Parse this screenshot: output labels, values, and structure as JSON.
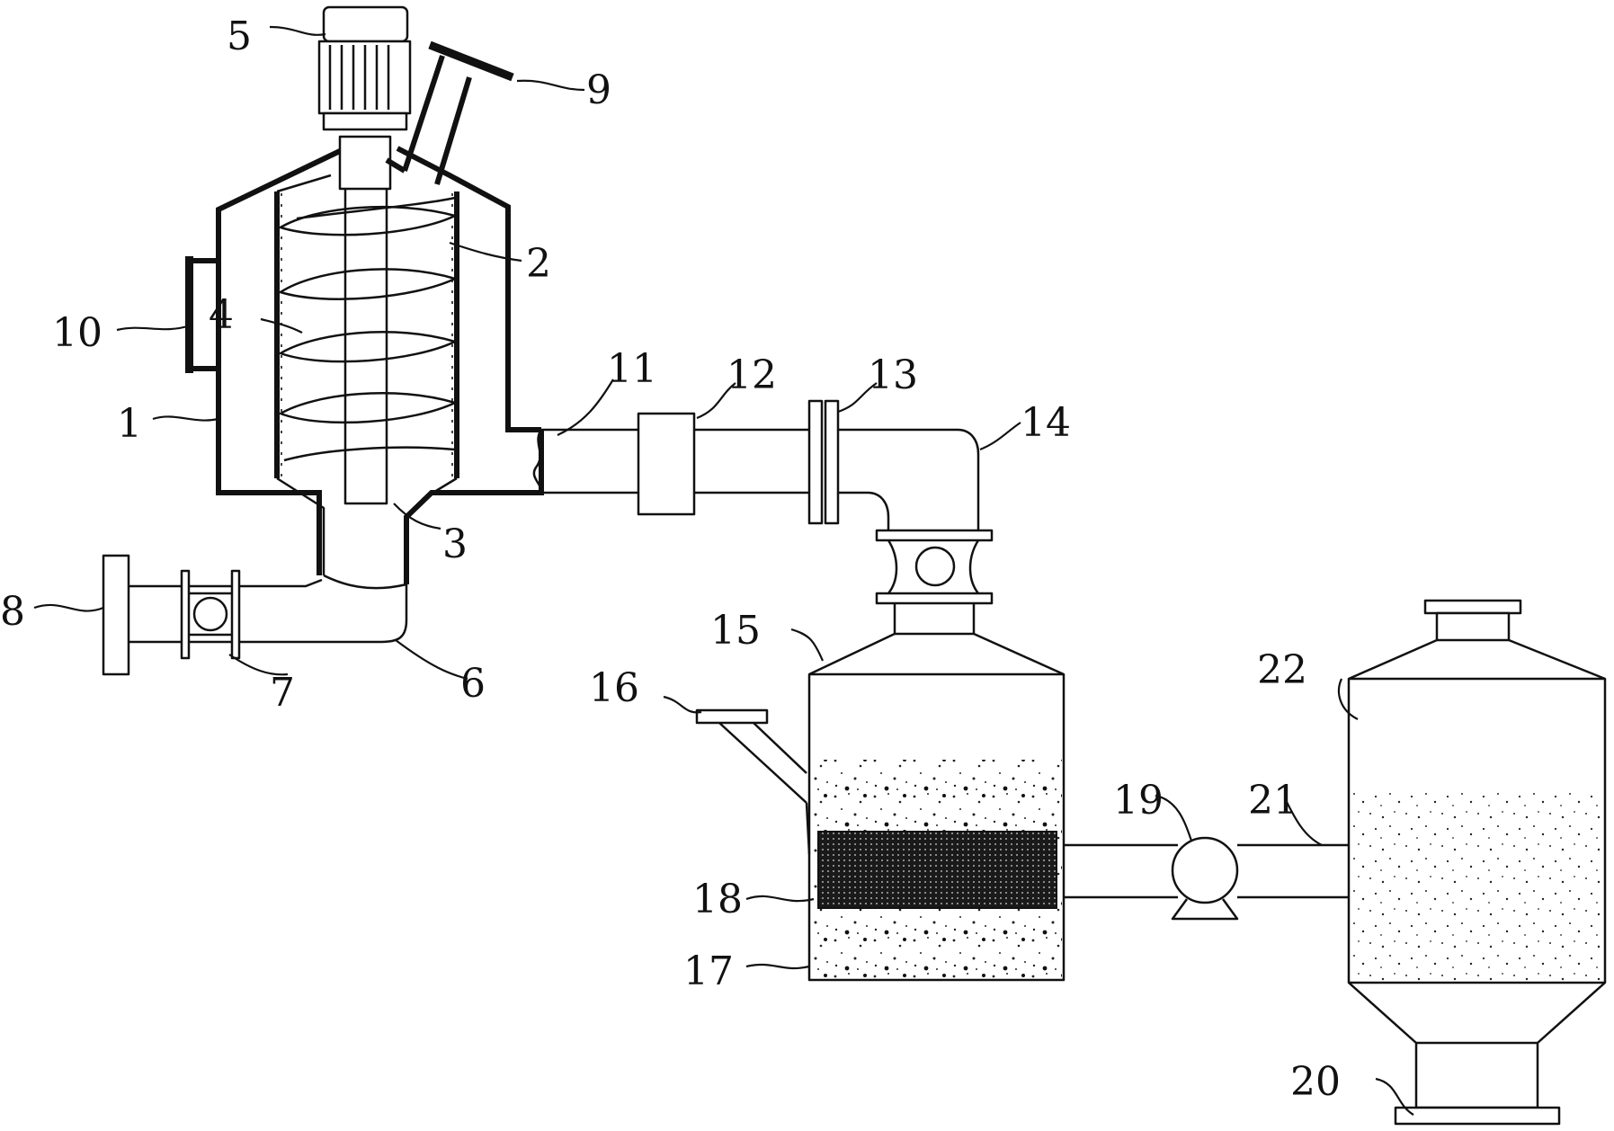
{
  "labels": {
    "n1": "1",
    "n2": "2",
    "n3": "3",
    "n4": "4",
    "n5": "5",
    "n6": "6",
    "n7": "7",
    "n8": "8",
    "n9": "9",
    "n10": "10",
    "n11": "11",
    "n12": "12",
    "n13": "13",
    "n14": "14",
    "n15": "15",
    "n16": "16",
    "n17": "17",
    "n18": "18",
    "n19": "19",
    "n20": "20",
    "n21": "21",
    "n22": "22"
  },
  "colors": {
    "line": "#111111",
    "background": "#ffffff",
    "filter_block": "#1a1a1a"
  }
}
